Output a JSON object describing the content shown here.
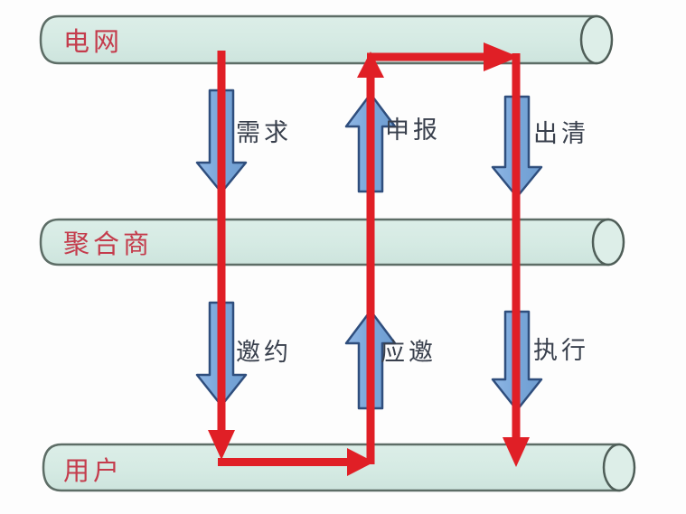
{
  "diagram": {
    "layers": [
      {
        "id": "grid",
        "label": "电网"
      },
      {
        "id": "aggregator",
        "label": "聚合商"
      },
      {
        "id": "user",
        "label": "用户"
      }
    ],
    "flows": [
      {
        "id": "demand",
        "label": "需求",
        "direction": "down",
        "from": "grid",
        "to": "aggregator"
      },
      {
        "id": "declare",
        "label": "申报",
        "direction": "up",
        "from": "aggregator",
        "to": "grid"
      },
      {
        "id": "clear",
        "label": "出清",
        "direction": "down",
        "from": "grid",
        "to": "aggregator"
      },
      {
        "id": "invite",
        "label": "邀约",
        "direction": "down",
        "from": "aggregator",
        "to": "user"
      },
      {
        "id": "accept",
        "label": "应邀",
        "direction": "up",
        "from": "user",
        "to": "aggregator"
      },
      {
        "id": "execute",
        "label": "执行",
        "direction": "down",
        "from": "aggregator",
        "to": "user"
      }
    ],
    "colors": {
      "bar_fill": "#d5eae4",
      "bar_stroke": "#5d6d66",
      "arrow_fill": "#7aa6d9",
      "arrow_stroke": "#2f4e7d",
      "flow_red": "#e01f26",
      "layer_label_color": "#c43c4c",
      "flow_label_color": "#39404d"
    }
  }
}
